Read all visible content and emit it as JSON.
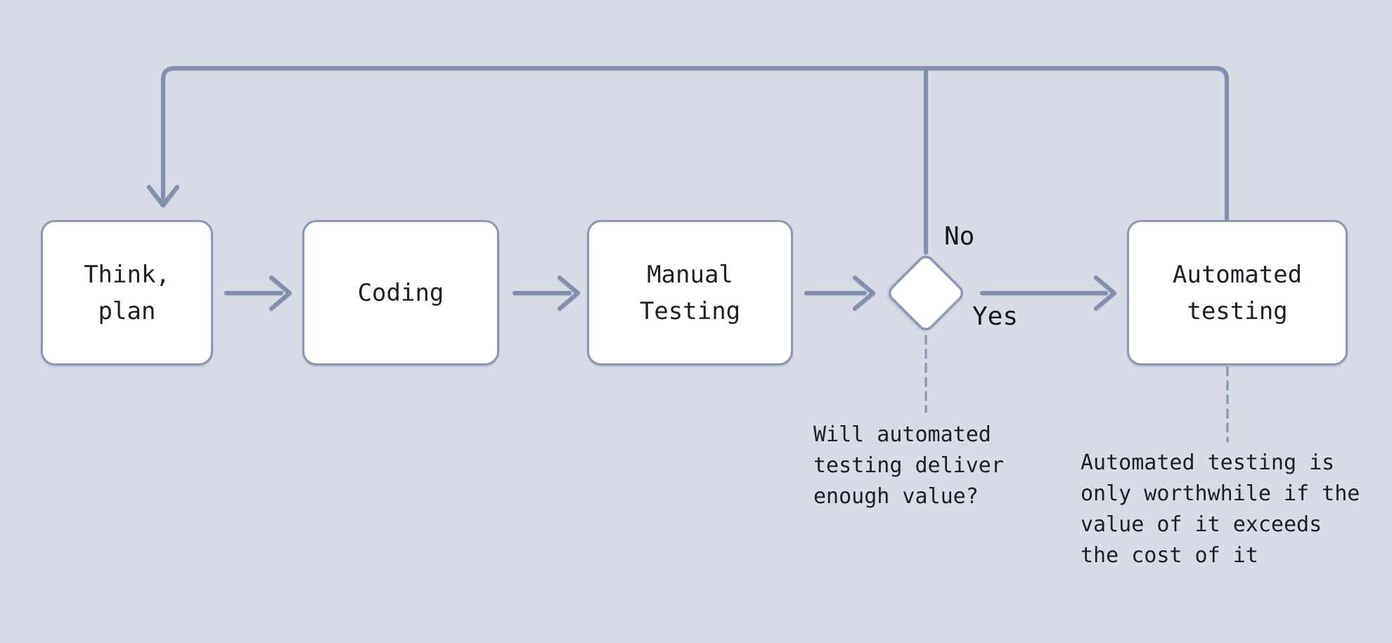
{
  "diagram": {
    "type": "flowchart",
    "title": "Coding and testing loop flowchart",
    "colors": {
      "background": "#d8dce6",
      "connector": "#8290ae",
      "node_border": "#8a97b5",
      "node_fill": "#ffffff",
      "dashed_connector": "#8e9bba",
      "text": "#1d1f24"
    },
    "nodes": [
      {
        "id": "think-plan",
        "shape": "rounded-rect",
        "label": "Think,\nplan"
      },
      {
        "id": "coding",
        "shape": "rounded-rect",
        "label": "Coding"
      },
      {
        "id": "manual-testing",
        "shape": "rounded-rect",
        "label": "Manual\nTesting"
      },
      {
        "id": "decision",
        "shape": "diamond",
        "label": ""
      },
      {
        "id": "automated-testing",
        "shape": "rounded-rect",
        "label": "Automated\ntesting"
      }
    ],
    "edges": [
      {
        "from": "think-plan",
        "to": "coding",
        "style": "arrow"
      },
      {
        "from": "coding",
        "to": "manual-testing",
        "style": "arrow"
      },
      {
        "from": "manual-testing",
        "to": "decision",
        "style": "arrow"
      },
      {
        "from": "decision",
        "to": "automated-testing",
        "style": "arrow",
        "label": "Yes"
      },
      {
        "from": "decision",
        "to": "think-plan",
        "style": "arrow-loop-top",
        "label": "No"
      },
      {
        "from": "automated-testing",
        "to": "think-plan",
        "style": "loop-top"
      }
    ],
    "edge_labels": {
      "no": "No",
      "yes": "Yes"
    },
    "annotations": [
      {
        "attached_to": "decision",
        "text": "Will automated\ntesting deliver\nenough value?"
      },
      {
        "attached_to": "automated-testing",
        "text": "Automated testing is\nonly worthwhile if the\nvalue of it exceeds\nthe cost of it"
      }
    ]
  }
}
